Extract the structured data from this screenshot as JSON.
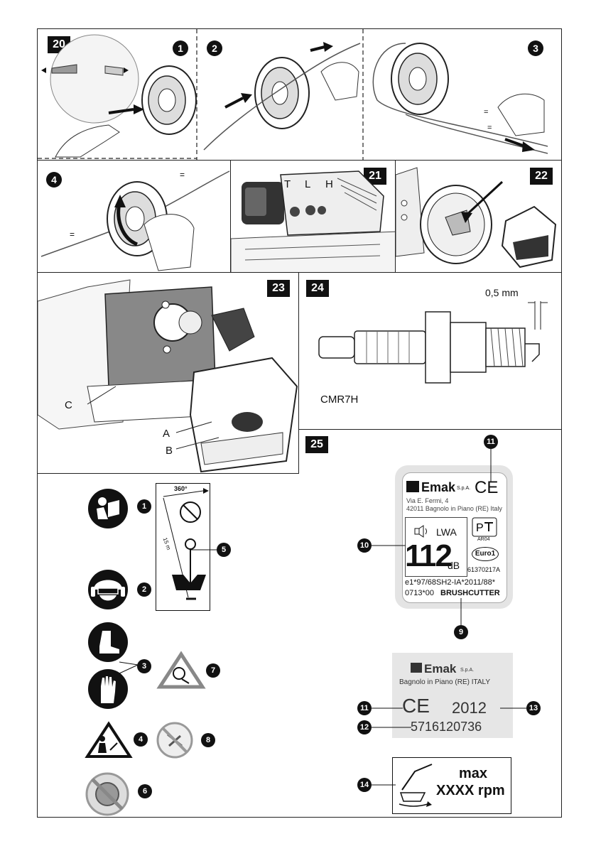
{
  "figures": {
    "f20": {
      "number": "20",
      "steps": [
        "1",
        "2",
        "3",
        "4"
      ]
    },
    "f21": {
      "number": "21",
      "labels": [
        "T",
        "L",
        "H"
      ]
    },
    "f22": {
      "number": "22"
    },
    "f23": {
      "number": "23",
      "labels": [
        "C",
        "A",
        "B"
      ]
    },
    "f24": {
      "number": "24",
      "gap": "0,5 mm",
      "plug": "CMR7H"
    },
    "f25": {
      "number": "25"
    }
  },
  "safety_symbols": {
    "callouts": [
      "1",
      "2",
      "3",
      "4",
      "5",
      "6",
      "7",
      "8"
    ],
    "angle": "360°",
    "distance": "15 m"
  },
  "label_a": {
    "brand": "Emak",
    "brand_suffix": "S.p.A.",
    "ce": "CE",
    "address1": "Via E. Fermi, 4",
    "address2": "42011 Bagnolo in Piano (RE) Italy",
    "lwa": "LWA",
    "db_value": "112",
    "db_unit": "dB",
    "pct_code": "AR04",
    "euro": "Euro1",
    "code": "61370217A",
    "approval1": "e1*97/68SH2-IA*2011/88*",
    "approval2": "0713*00",
    "product": "BRUSHCUTTER",
    "callouts": [
      "11",
      "10",
      "9"
    ]
  },
  "label_b": {
    "brand": "Emak",
    "brand_suffix": "S.p.A.",
    "address": "Bagnolo in Piano (RE) ITALY",
    "ce": "CE",
    "year": "2012",
    "serial": "5716120736",
    "callouts": [
      "11",
      "13",
      "12"
    ]
  },
  "label_c": {
    "line1": "max",
    "line2": "XXXX rpm",
    "callout": "14"
  }
}
